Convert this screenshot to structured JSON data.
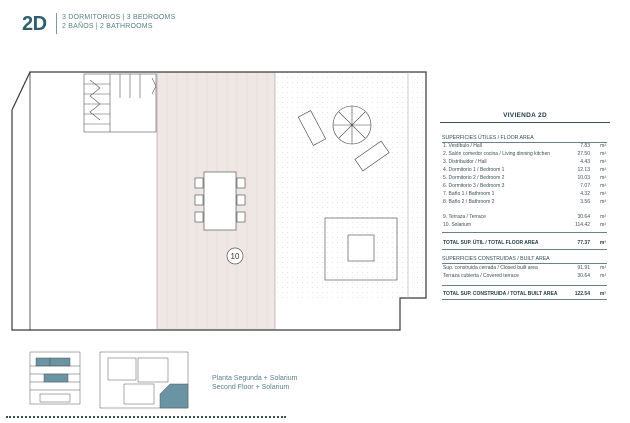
{
  "header": {
    "unit_code": "2D",
    "bedrooms": "3 DORMITORIOS | 3 BEDROOMS",
    "bathrooms": "2 BAÑOS | 2 BATHROOMS"
  },
  "plan": {
    "room_number": "10"
  },
  "panel": {
    "title": "VIVIENDA 2D",
    "floor_area_title": "SUPERFICIES ÚTILES / FLOOR AREA",
    "rooms": [
      {
        "label": "1. Vestíbulo / Hall",
        "value": "7.83",
        "unit": "m²"
      },
      {
        "label": "2. Salón comedor cocina / Living dinning kitchen",
        "value": "27.50",
        "unit": "m²"
      },
      {
        "label": "3. Distribuidor / Hall",
        "value": "4.43",
        "unit": "m²"
      },
      {
        "label": "4. Dormitorio 1 / Bedroom 1",
        "value": "12.13",
        "unit": "m²"
      },
      {
        "label": "5. Dormitorio 2 / Bedroom 2",
        "value": "10.03",
        "unit": "m²"
      },
      {
        "label": "6. Dormitorio 3 / Bedroom 3",
        "value": "7.07",
        "unit": "m²"
      },
      {
        "label": "7. Baño 1 / Bathroom 1",
        "value": "4.32",
        "unit": "m²"
      },
      {
        "label": "8. Baño 2 / Bathroom 2",
        "value": "3.56",
        "unit": "m²"
      }
    ],
    "exterior": [
      {
        "label": "9. Terraza / Terrace",
        "value": "30.64",
        "unit": "m²"
      },
      {
        "label": "10. Solarium",
        "value": "114.42",
        "unit": "m²"
      }
    ],
    "total_floor": {
      "label": "TOTAL SUP. ÚTIL / TOTAL FLOOR AREA",
      "value": "77.37",
      "unit": "m²"
    },
    "built_area_title": "SUPERFICIES CONSTRUIDAS / BUILT AREA",
    "built": [
      {
        "label": "Sup. construida cerrada / Closed built area",
        "value": "91.91",
        "unit": "m²"
      },
      {
        "label": "Terraza cubierta / Covered terrace",
        "value": "30.64",
        "unit": "m²"
      }
    ],
    "total_built": {
      "label": "TOTAL SUP. CONSTRUIDA / TOTAL BUILT AREA",
      "value": "122.54",
      "unit": "m²"
    }
  },
  "floor_label": {
    "es": "Planta Segunda + Solarium",
    "en": "Second Floor + Solarium"
  },
  "colors": {
    "accent": "#2f5f6f",
    "deck": "#efe7e3",
    "highlight": "#6a93a3",
    "line": "#3a3a3a"
  }
}
